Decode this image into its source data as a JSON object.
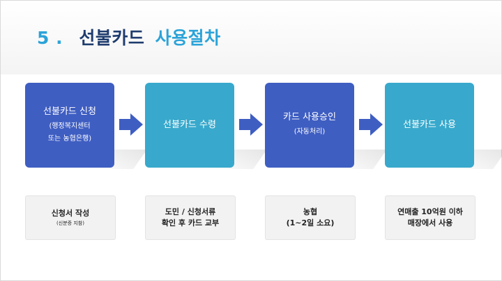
{
  "title": {
    "number": "5 .",
    "main": "선불카드",
    "accent": "사용절차"
  },
  "steps": [
    {
      "label": "선불카드 신청",
      "sub": "(행정복지센터",
      "sub2": "또는 농협은행)"
    },
    {
      "label": "선불카드 수령"
    },
    {
      "label": "카드 사용승인",
      "sub": "(자동처리)"
    },
    {
      "label": "선불카드 사용"
    }
  ],
  "notes": [
    {
      "line1": "신청서 작성",
      "line2": "(신분증 지참)"
    },
    {
      "line1": "도민 / 신청서류",
      "line2": "확인 후 카드 교부"
    },
    {
      "line1": "농협",
      "line2": "(1~2일 소요)"
    },
    {
      "line1": "연매출 10억원 이하",
      "line2": "매장에서 사용"
    }
  ],
  "colors": {
    "dark_box": "#3f5ec2",
    "light_box": "#38a9cc",
    "title_accent": "#2ba3d8",
    "title_main": "#1f3c6e"
  }
}
